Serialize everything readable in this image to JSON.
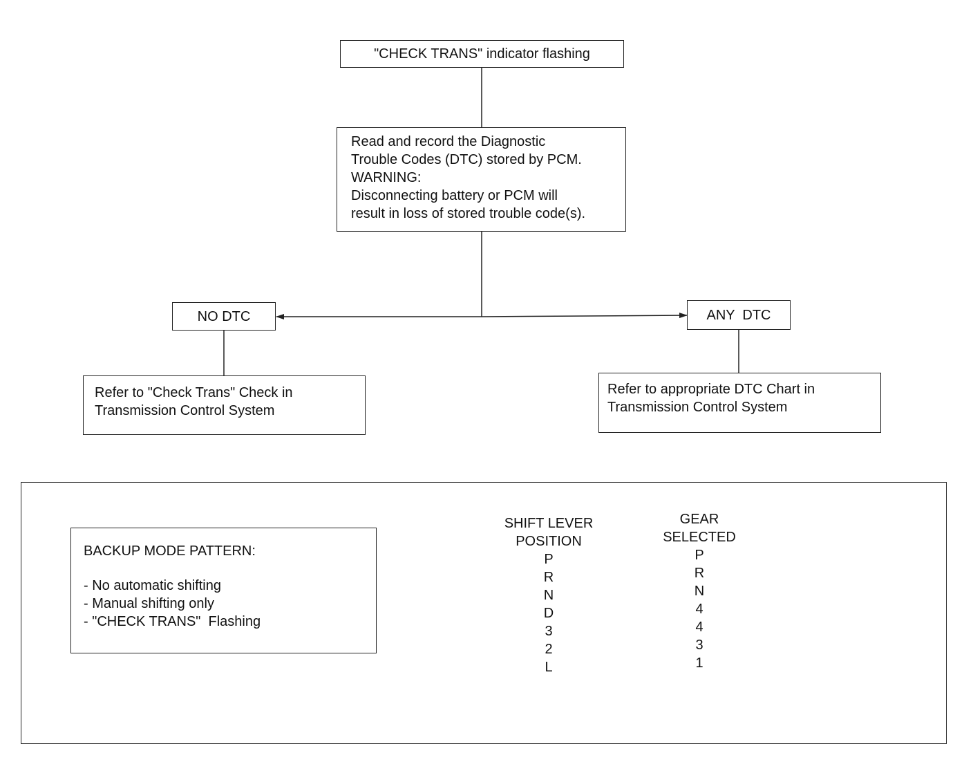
{
  "flow": {
    "start": "\"CHECK TRANS\" indicator flashing",
    "step": [
      "Read and record the Diagnostic",
      "Trouble Codes (DTC) stored by PCM.",
      "WARNING:",
      "Disconnecting battery or PCM will",
      "result in loss of stored trouble code(s)."
    ],
    "no_dtc": "NO DTC",
    "any_dtc": "ANY  DTC",
    "no_dtc_action": [
      "Refer to \"Check Trans\" Check in",
      "Transmission Control System"
    ],
    "any_dtc_action": [
      "Refer to appropriate DTC Chart in",
      "Transmission Control System"
    ]
  },
  "backup": {
    "title": "BACKUP MODE PATTERN:",
    "items": [
      "- No automatic shifting",
      "- Manual shifting only",
      "- \"CHECK TRANS\"  Flashing"
    ]
  },
  "table": {
    "col1_header": [
      "SHIFT LEVER",
      "POSITION"
    ],
    "col2_header": [
      "GEAR",
      "SELECTED"
    ],
    "shift_positions": [
      "P",
      "R",
      "N",
      "D",
      "3",
      "2",
      "L"
    ],
    "gears": [
      "P",
      "R",
      "N",
      "4",
      "4",
      "3",
      "1"
    ]
  }
}
